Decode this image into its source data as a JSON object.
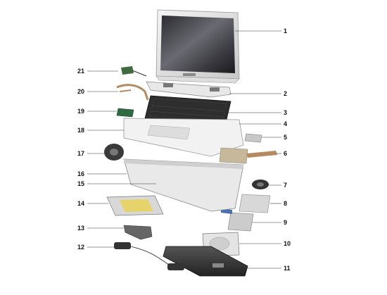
{
  "diagram": {
    "callouts": {
      "left": [
        "21",
        "20",
        "19",
        "18",
        "17",
        "16",
        "15",
        "14",
        "13",
        "12"
      ],
      "right": [
        "1",
        "2",
        "3",
        "4",
        "5",
        "6",
        "7",
        "8",
        "9",
        "10",
        "11"
      ]
    }
  }
}
